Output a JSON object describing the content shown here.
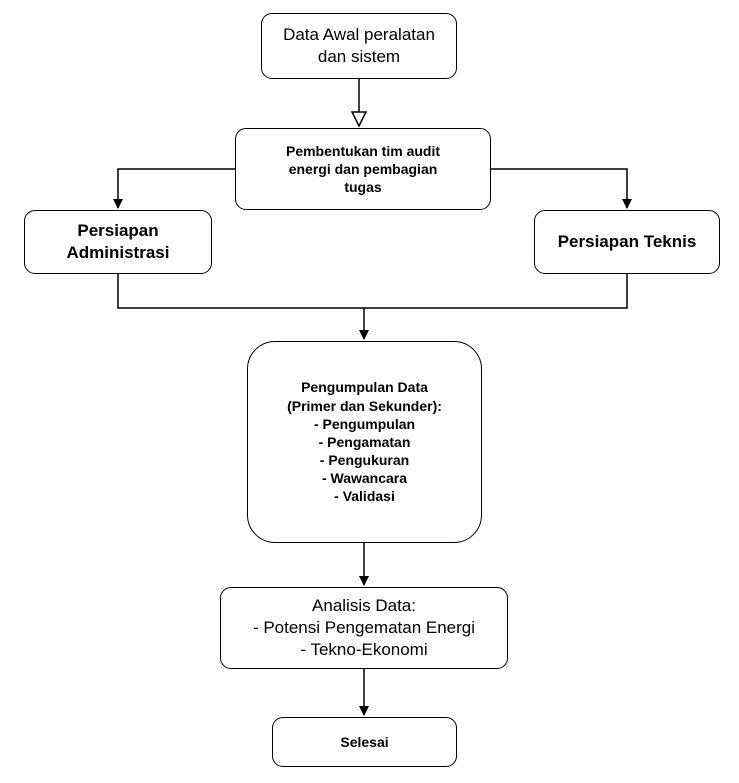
{
  "diagram": {
    "nodes": {
      "start": {
        "lines": [
          "Data Awal peralatan",
          "dan sistem"
        ]
      },
      "team": {
        "lines": [
          "Pembentukan tim audit",
          "energi dan pembagian",
          "tugas"
        ]
      },
      "admin": {
        "lines": [
          "Persiapan",
          "Administrasi"
        ]
      },
      "teknis": {
        "lines": [
          "Persiapan Teknis"
        ]
      },
      "collect": {
        "lines": [
          "Pengumpulan Data",
          "(Primer dan Sekunder):",
          "- Pengumpulan",
          "- Pengamatan",
          "- Pengukuran",
          "- Wawancara",
          "- Validasi"
        ]
      },
      "analysis": {
        "lines": [
          "Analisis Data:",
          "- Potensi Pengematan Energi",
          "- Tekno-Ekonomi"
        ]
      },
      "end": {
        "lines": [
          "Selesai"
        ]
      }
    },
    "edges": [
      {
        "from": "start",
        "to": "team",
        "arrow": "open"
      },
      {
        "from": "team",
        "to": "admin",
        "arrow": "filled"
      },
      {
        "from": "team",
        "to": "teknis",
        "arrow": "filled"
      },
      {
        "from": "admin",
        "to": "collect",
        "arrow": "filled"
      },
      {
        "from": "teknis",
        "to": "collect",
        "arrow": "filled"
      },
      {
        "from": "collect",
        "to": "analysis",
        "arrow": "filled"
      },
      {
        "from": "analysis",
        "to": "end",
        "arrow": "filled"
      }
    ]
  }
}
